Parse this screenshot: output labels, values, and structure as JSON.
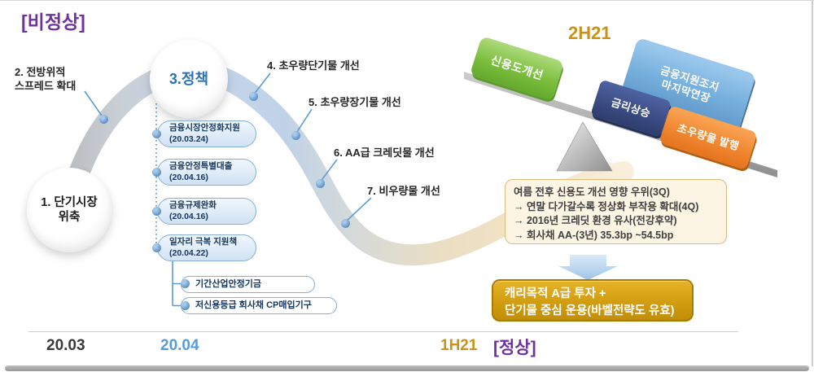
{
  "header": {
    "abnormal": "[비정상]",
    "normal": "[정상]"
  },
  "timeline": {
    "t1": "20.03",
    "t2": "20.04",
    "t3": "1H21"
  },
  "journey": {
    "step1": {
      "line1": "1. 단기시장",
      "line2": "위축"
    },
    "step2": {
      "line1": "2. 전방위적",
      "line2": "스프레드 확대"
    },
    "step3": "3.정책",
    "step4": "4. 초우량단기물 개선",
    "step5": "5. 초우량장기물 개선",
    "step6": "6. AA급 크레딧물 개선",
    "step7": "7. 비우량물 개선"
  },
  "policies": [
    {
      "name": "금융시장안정화지원",
      "date": "(20.03.24)"
    },
    {
      "name": "금융안정특별대출",
      "date": "(20.04.16)"
    },
    {
      "name": "금융규제완화",
      "date": "(20.04.16)"
    },
    {
      "name": "일자리 극복 지원책",
      "date": "(20.04.22)"
    }
  ],
  "sub_policies": [
    "기간산업안정기금",
    "저신용등급 회사채 CP매입기구"
  ],
  "seesaw": {
    "period": "2H21",
    "credit_improve": "신용도개선",
    "rate_rise": "금리상승",
    "support_line1": "금융지원조치",
    "support_line2": "마지막연장",
    "prime_issue": "초우량물 발행"
  },
  "outlook": {
    "lines": [
      "여름 전후 신용도 개선 영향 우위(3Q)",
      "→ 연말 다가갈수록 정상화 부작용 확대(4Q)",
      "→ 2016년 크레딧 환경 유사(전강후약)",
      "→ 회사채 AA-(3년) 35.3bp ~54.5bp"
    ]
  },
  "strategy": {
    "line1": "캐리목적 A급 투자 +",
    "line2": "단기물 중심 운용(바벨전략도 유효)"
  },
  "colors": {
    "state_purple": "#7030A0",
    "gold": "#C89318",
    "timeline_blue": "#5B9BD5",
    "block_green": "#7CBF3F",
    "block_navy": "#3A4B82",
    "block_skyblue": "#74AEDC",
    "block_orange": "#F08530",
    "pill_border": "#86AED6",
    "outlook_bg": "#FDF5E3"
  }
}
